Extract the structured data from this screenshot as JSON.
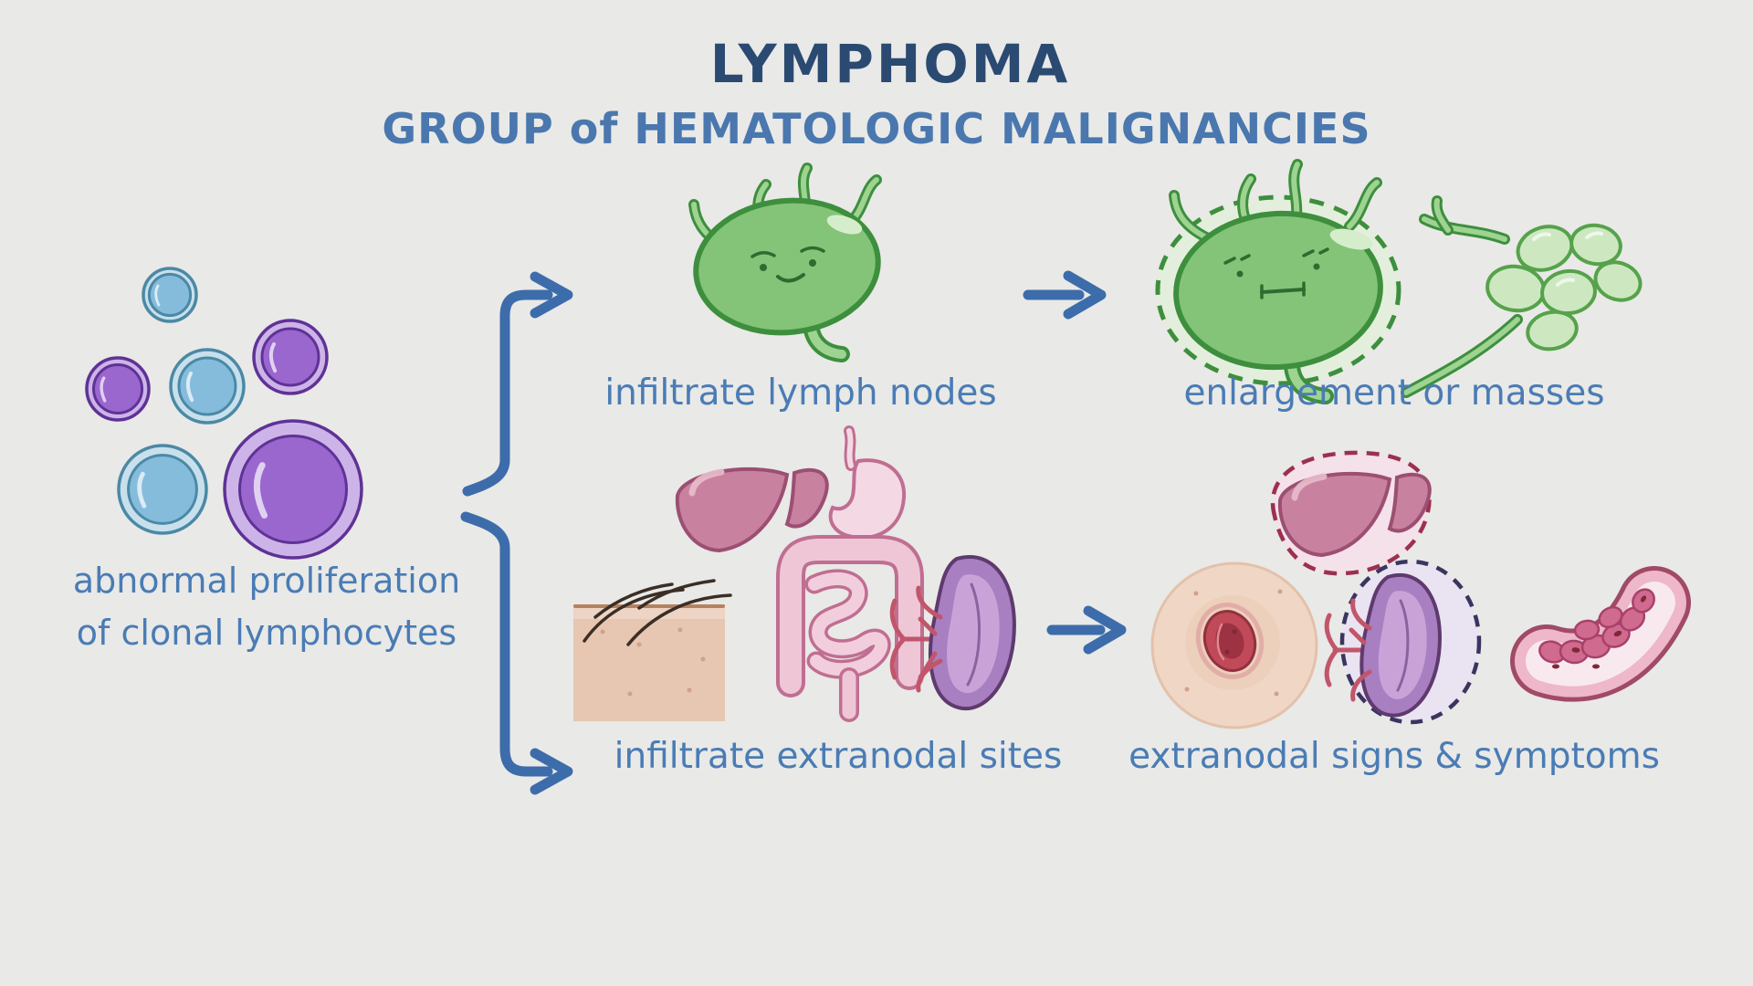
{
  "title": {
    "main": "LYMPHOMA",
    "subtitle": "GROUP of HEMATOLOGIC MALIGNANCIES"
  },
  "flow": {
    "source": {
      "caption_line1": "abnormal proliferation",
      "caption_line2": "of clonal lymphocytes"
    },
    "branches": [
      {
        "cause": "infiltrate lymph nodes",
        "effect": "enlargement or masses"
      },
      {
        "cause": "infiltrate extranodal sites",
        "effect": "extranodal signs & symptoms"
      }
    ]
  },
  "icons": [
    "lymphocyte-cells-icon",
    "fork-arrow-top-icon",
    "fork-arrow-bottom-icon",
    "lymph-node-normal-icon",
    "arrow-right-icon",
    "lymph-node-enlarged-icon",
    "lymph-node-masses-icon",
    "liver-icon",
    "skin-icon",
    "stomach-intestines-icon",
    "spleen-icon",
    "liver-dashed-icon",
    "skin-lesion-icon",
    "spleen-dashed-icon",
    "bowel-lesions-icon"
  ],
  "colors": {
    "bg": "#e9e9e7",
    "ink_navy": "#2b4a72",
    "ink_blue": "#4a77ae",
    "label_blue": "#4a7cb5",
    "arrow_blue": "#3d6cab",
    "green_dark": "#3d8f3d",
    "green_mid": "#84c478",
    "green_light": "#cde8c0",
    "green_halo": "#e3efdc",
    "cell_blue": "#85bcdc",
    "cell_blue_ring": "#c8e0ec",
    "cell_blue_line": "#4b89a5",
    "cell_purple": "#9a67cf",
    "cell_purple_ring": "#cdb4e8",
    "cell_purple_line": "#5f3296",
    "liver_fill": "#c8829f",
    "liver_line": "#9c4f72",
    "pink_line": "#c06e92",
    "pink_tube": "#efc6d6",
    "skin_fill": "#e7c6b2",
    "spleen_fill": "#a87fc0",
    "spleen_inner": "#c9a3d8",
    "vessel_red": "#c1566b",
    "navel_skin": "#f0d7c5",
    "lesion_red": "#b03a4a",
    "dash_maroon": "#9c3050",
    "dash_navy": "#3a3560"
  }
}
